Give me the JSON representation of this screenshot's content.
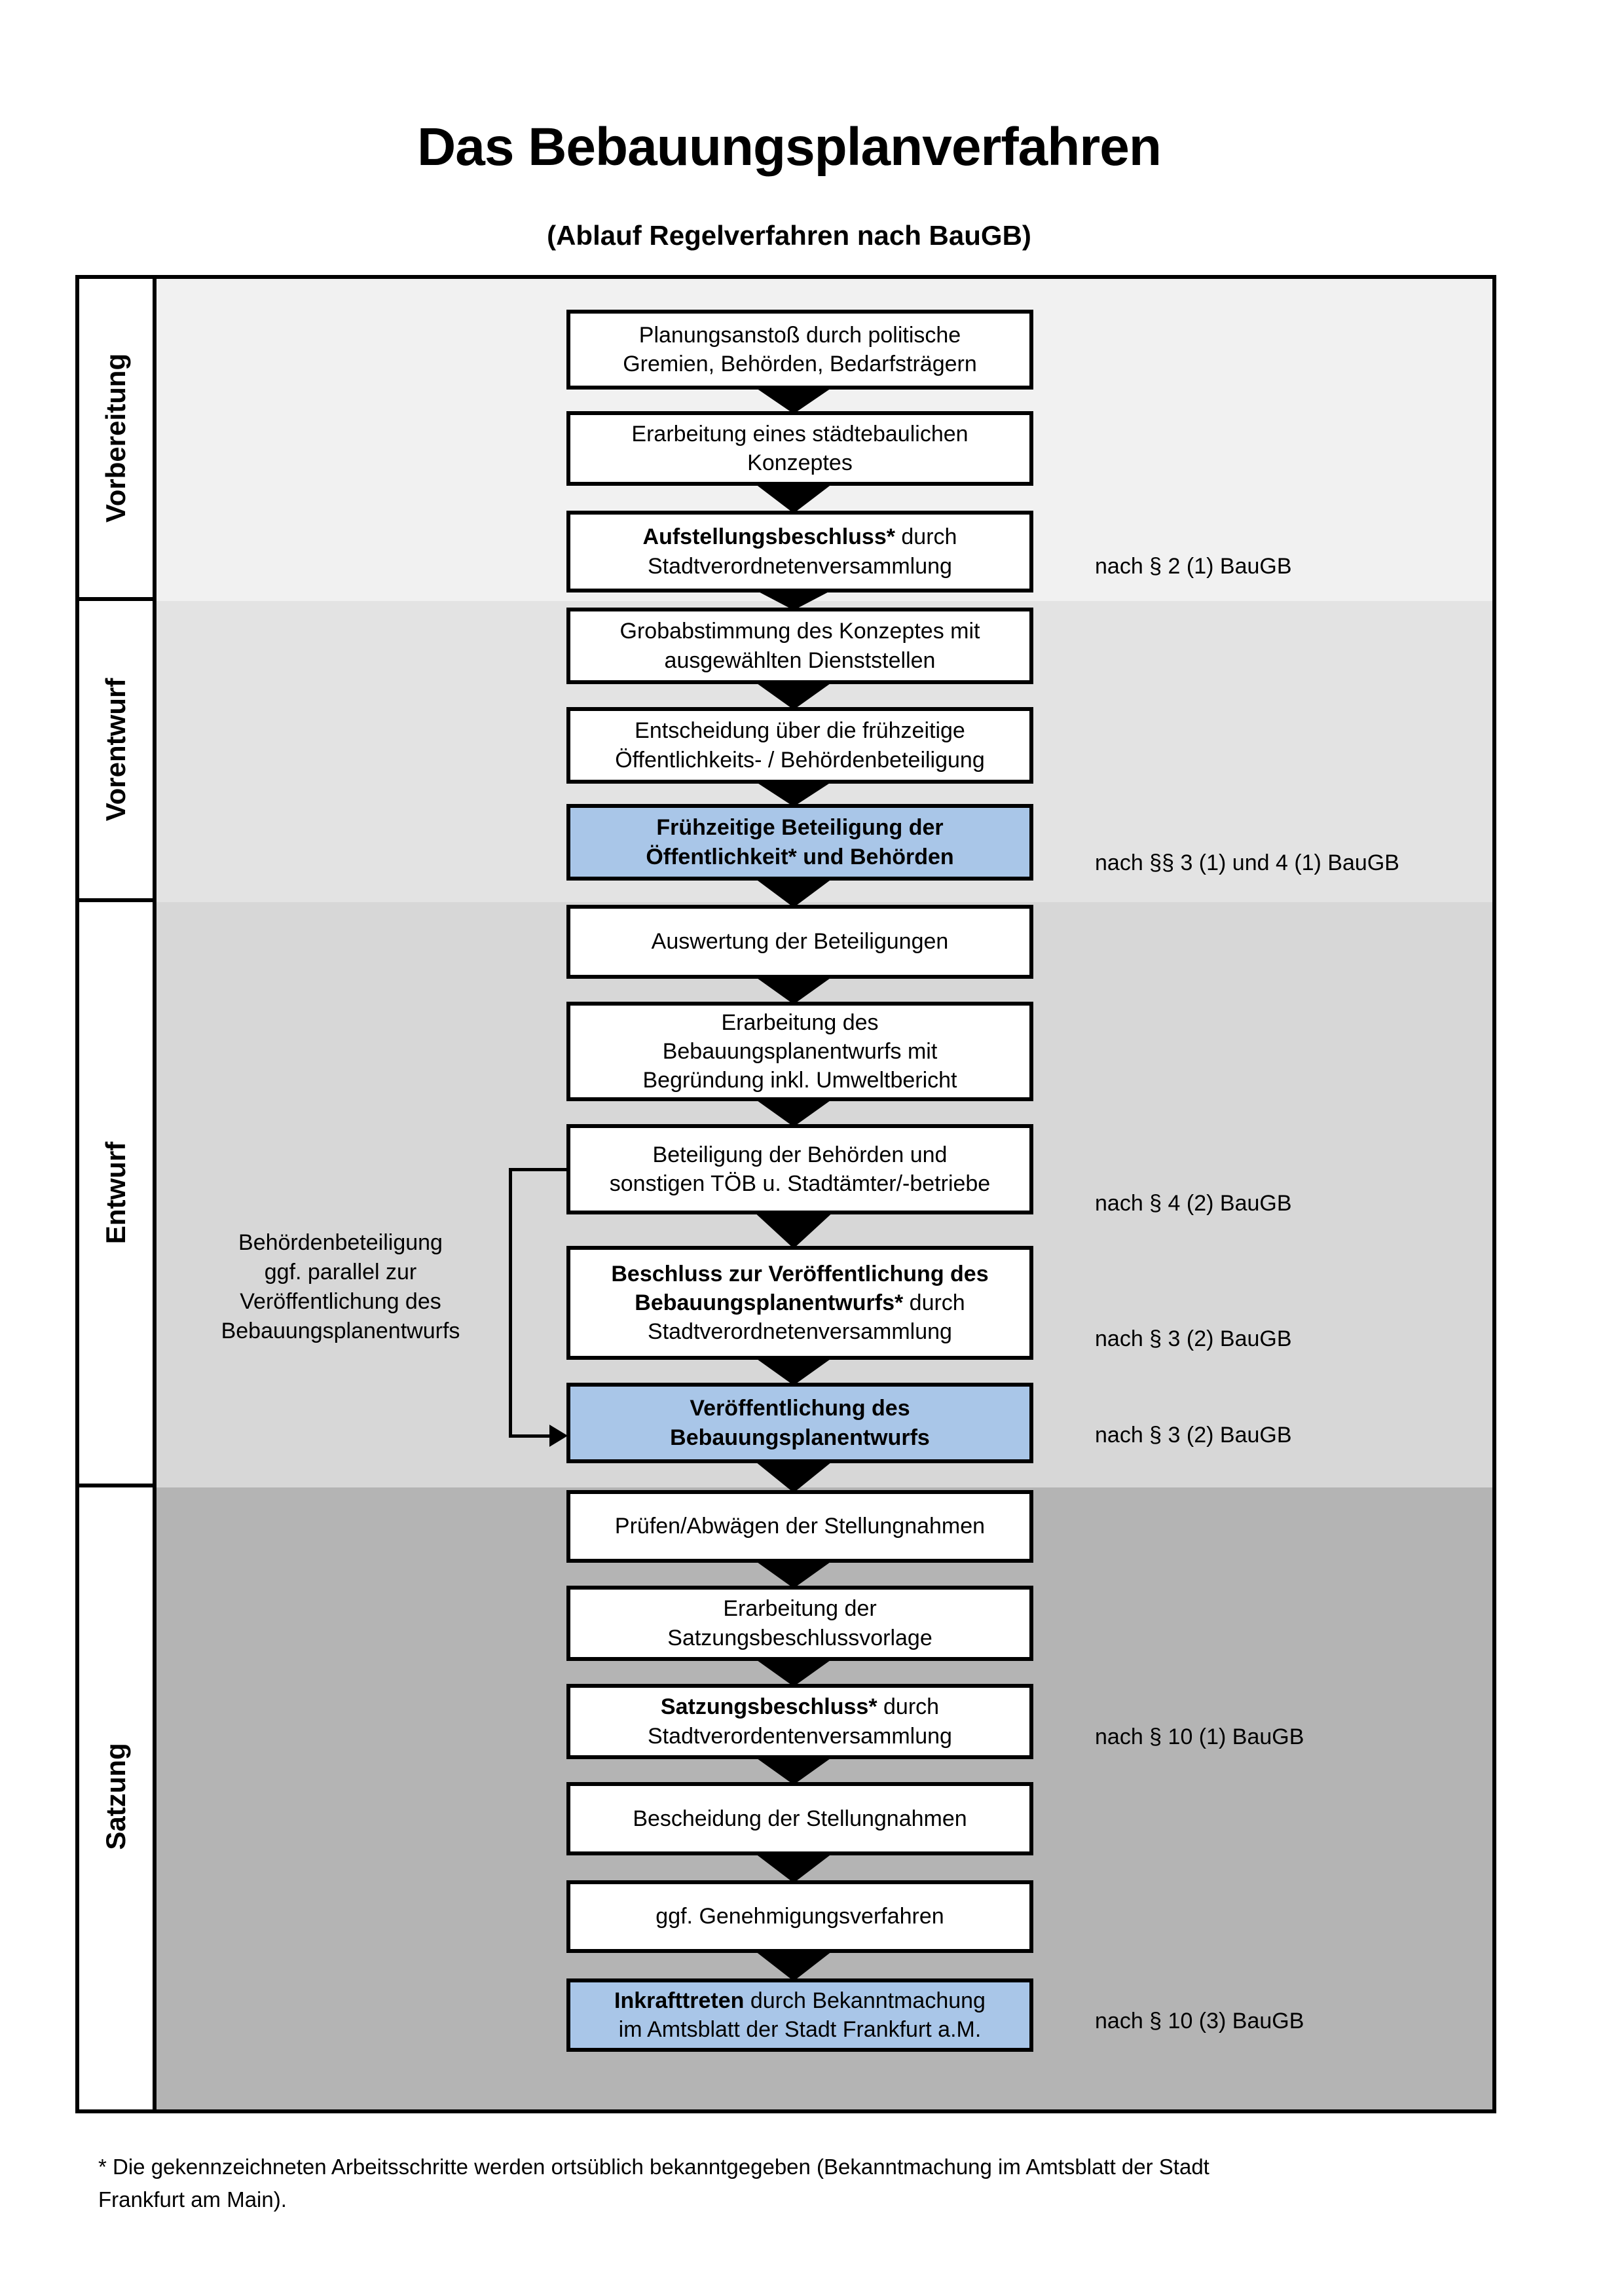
{
  "header": {
    "title": "Das Bebauungsplanverfahren",
    "subtitle": "(Ablauf Regelverfahren nach BauGB)"
  },
  "phases": [
    {
      "label": "Vorbereitung"
    },
    {
      "label": "Vorentwurf"
    },
    {
      "label": "Entwurf"
    },
    {
      "label": "Satzung"
    }
  ],
  "flow": {
    "boxes": [
      {
        "fill": "white",
        "lines": [
          [
            {
              "t": "Planungsanstoß durch politische"
            }
          ],
          [
            {
              "t": "Gremien, Behörden, Bedarfsträgern"
            }
          ]
        ]
      },
      {
        "fill": "white",
        "lines": [
          [
            {
              "t": "Erarbeitung eines städtebaulichen"
            }
          ],
          [
            {
              "t": "Konzeptes"
            }
          ]
        ]
      },
      {
        "fill": "white",
        "lines": [
          [
            {
              "t": "Aufstellungsbeschluss*",
              "b": 1
            },
            {
              "t": " durch"
            }
          ],
          [
            {
              "t": "Stadtverordnetenversammlung"
            }
          ]
        ]
      },
      {
        "fill": "white",
        "lines": [
          [
            {
              "t": "Grobabstimmung des Konzeptes mit"
            }
          ],
          [
            {
              "t": "ausgewählten Dienststellen"
            }
          ]
        ]
      },
      {
        "fill": "white",
        "lines": [
          [
            {
              "t": "Entscheidung über die frühzeitige"
            }
          ],
          [
            {
              "t": "Öffentlichkeits- / Behördenbeteiligung"
            }
          ]
        ]
      },
      {
        "fill": "blue",
        "lines": [
          [
            {
              "t": "Frühzeitige Beteiligung der",
              "b": 1
            }
          ],
          [
            {
              "t": "Öffentlichkeit* und Behörden",
              "b": 1
            }
          ]
        ]
      },
      {
        "fill": "white",
        "lines": [
          [
            {
              "t": "Auswertung der Beteiligungen"
            }
          ]
        ]
      },
      {
        "fill": "white",
        "lines": [
          [
            {
              "t": "Erarbeitung des"
            }
          ],
          [
            {
              "t": "Bebauungsplanentwurfs mit"
            }
          ],
          [
            {
              "t": "Begründung inkl. Umweltbericht"
            }
          ]
        ]
      },
      {
        "fill": "white",
        "lines": [
          [
            {
              "t": "Beteiligung der Behörden und"
            }
          ],
          [
            {
              "t": "sonstigen TÖB u. Stadtämter/-betriebe"
            }
          ]
        ]
      },
      {
        "fill": "white",
        "lines": [
          [
            {
              "t": "Beschluss zur Veröffentlichung des",
              "b": 1
            }
          ],
          [
            {
              "t": "Bebauungsplanentwurfs*",
              "b": 1
            },
            {
              "t": " durch"
            }
          ],
          [
            {
              "t": "Stadtverordnetenversammlung"
            }
          ]
        ]
      },
      {
        "fill": "blue",
        "lines": [
          [
            {
              "t": "Veröffentlichung des",
              "b": 1
            }
          ],
          [
            {
              "t": "Bebauungsplanentwurfs",
              "b": 1
            }
          ]
        ]
      },
      {
        "fill": "white",
        "lines": [
          [
            {
              "t": "Prüfen/Abwägen der Stellungnahmen"
            }
          ]
        ]
      },
      {
        "fill": "white",
        "lines": [
          [
            {
              "t": "Erarbeitung der"
            }
          ],
          [
            {
              "t": "Satzungsbeschlussvorlage"
            }
          ]
        ]
      },
      {
        "fill": "white",
        "lines": [
          [
            {
              "t": "Satzungsbeschluss*",
              "b": 1
            },
            {
              "t": " durch"
            }
          ],
          [
            {
              "t": "Stadtverordentenversammlung"
            }
          ]
        ]
      },
      {
        "fill": "white",
        "lines": [
          [
            {
              "t": "Bescheidung der Stellungnahmen"
            }
          ]
        ]
      },
      {
        "fill": "white",
        "lines": [
          [
            {
              "t": "ggf. Genehmigungsverfahren"
            }
          ]
        ]
      },
      {
        "fill": "blue",
        "lines": [
          [
            {
              "t": "Inkrafttreten",
              "b": 1
            },
            {
              "t": " durch Bekanntmachung"
            }
          ],
          [
            {
              "t": "im Amtsblatt der Stadt Frankfurt a.M."
            }
          ]
        ]
      }
    ]
  },
  "refs": [
    {
      "text": "nach § 2 (1) BauGB"
    },
    {
      "text": "nach §§ 3 (1) und 4 (1) BauGB"
    },
    {
      "text": "nach § 4 (2) BauGB"
    },
    {
      "text": "nach § 3 (2) BauGB"
    },
    {
      "text": "nach § 3 (2) BauGB"
    },
    {
      "text": "nach § 10 (1) BauGB"
    },
    {
      "text": "nach § 10 (3) BauGB"
    }
  ],
  "annotation": {
    "line1": "Behördenbeteiligung",
    "line2": "ggf. parallel zur",
    "line3": "Veröffentlichung des",
    "line4": "Bebauungsplanentwurfs"
  },
  "footnote": {
    "line1": "* Die gekennzeichneten Arbeitsschritte werden ortsüblich bekanntgegeben (Bekanntmachung im Amtsblatt  der Stadt",
    "line2": "Frankfurt am Main)."
  },
  "colors": {
    "band_vorbereitung": "#f1f1f1",
    "band_vorentwurf": "#e3e3e3",
    "band_entwurf": "#d7d7d7",
    "band_satzung": "#b4b4b4",
    "highlight_blue": "#a9c6e8",
    "line_black": "#000000"
  }
}
